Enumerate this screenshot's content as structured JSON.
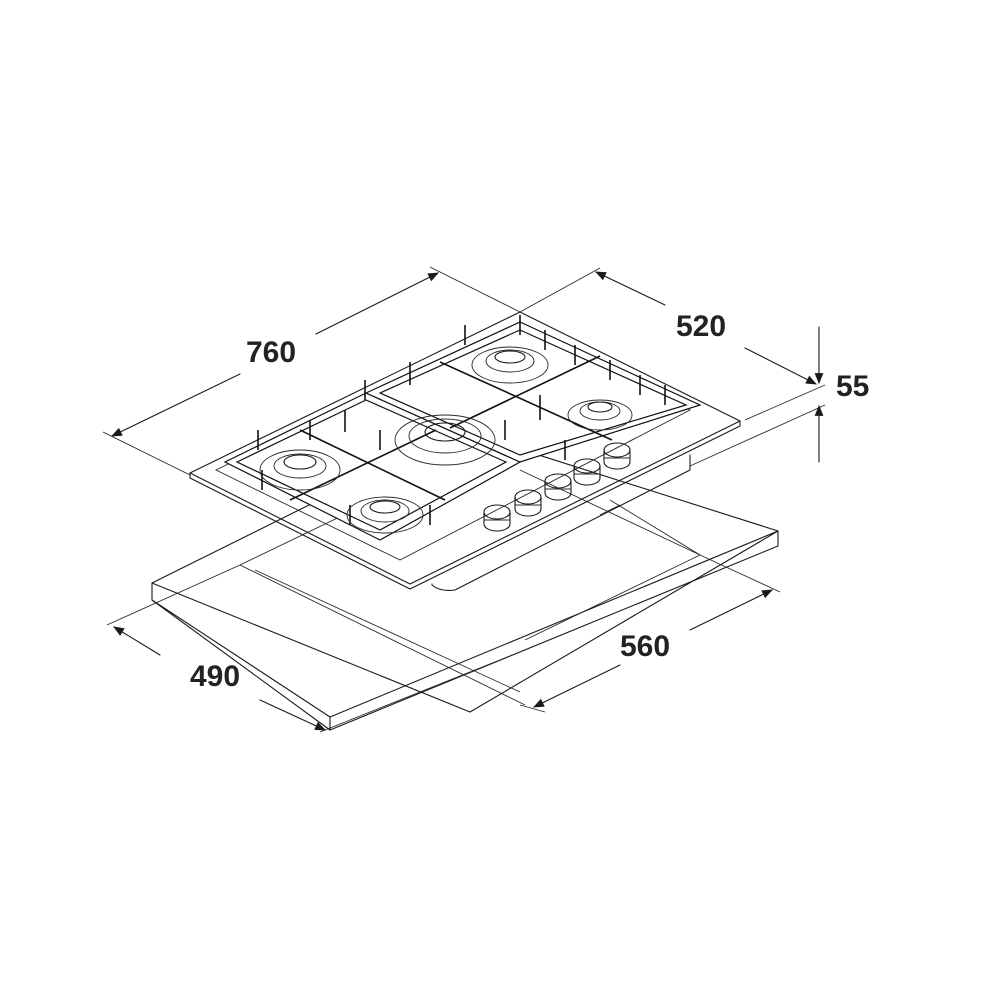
{
  "diagram": {
    "subject": "gas hob installation dimensions",
    "units": "mm",
    "dimensions": {
      "hob_width": "760",
      "hob_depth": "520",
      "hob_height": "55",
      "cutout_width": "560",
      "cutout_depth": "490"
    },
    "burners": 5,
    "knobs": 5,
    "line_color": "#1a1a1a",
    "background": "#ffffff"
  }
}
